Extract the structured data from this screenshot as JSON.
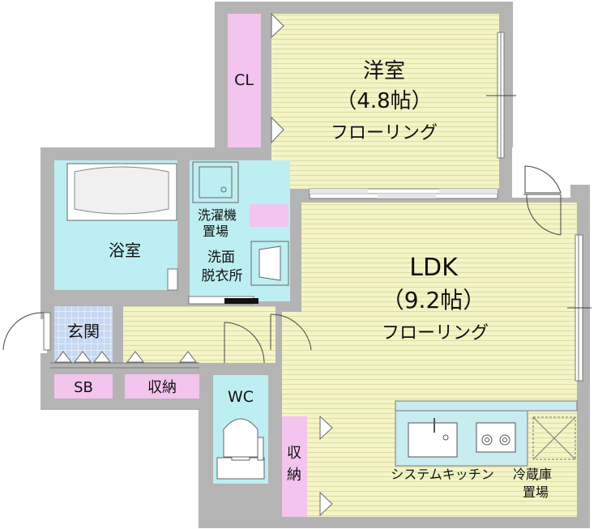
{
  "rooms": {
    "western": {
      "name": "洋室",
      "size": "（4.8帖）",
      "floor": "フローリング"
    },
    "ldk": {
      "name": "LDK",
      "size": "（9.2帖）",
      "floor": "フローリング"
    },
    "bath": "浴室",
    "washer_line1": "洗濯機",
    "washer_line2": "置場",
    "washroom_line1": "洗面",
    "washroom_line2": "脱衣所",
    "entrance": "玄関",
    "shoebox": "SB",
    "storage_hall": "収納",
    "wc": "WC",
    "storage_ldk_line1": "収",
    "storage_ldk_line2": "納",
    "closet": "CL",
    "kitchen": "システムキッチン",
    "fridge_line1": "冷蔵庫",
    "fridge_line2": "置場"
  },
  "colors": {
    "wall": "#b4b4b4",
    "floor": "#f4f4c6",
    "grain": "#d8d89c",
    "storage": "#f2c4ee",
    "wet": "#bdeef2",
    "kitchen": "#c8ecf0"
  }
}
